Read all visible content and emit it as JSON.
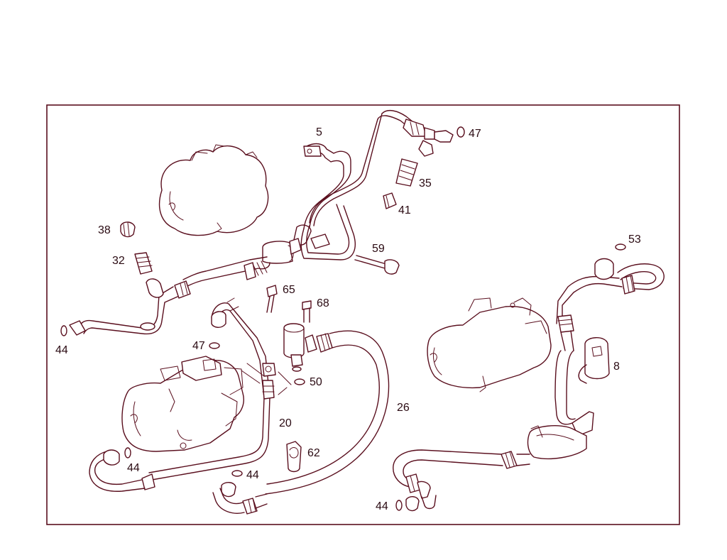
{
  "colors": {
    "line": "#5a0f1e",
    "text": "#2a0a12",
    "background": "#ffffff"
  },
  "callouts": {
    "c5": "5",
    "c47a": "47",
    "c35": "35",
    "c41": "41",
    "c38": "38",
    "c32": "32",
    "c59": "59",
    "c65": "65",
    "c68": "68",
    "c53": "53",
    "c44a": "44",
    "c47b": "47",
    "c50": "50",
    "c8": "8",
    "c26": "26",
    "c20": "20",
    "c62": "62",
    "c44b": "44",
    "c44c": "44",
    "c44d": "44"
  }
}
